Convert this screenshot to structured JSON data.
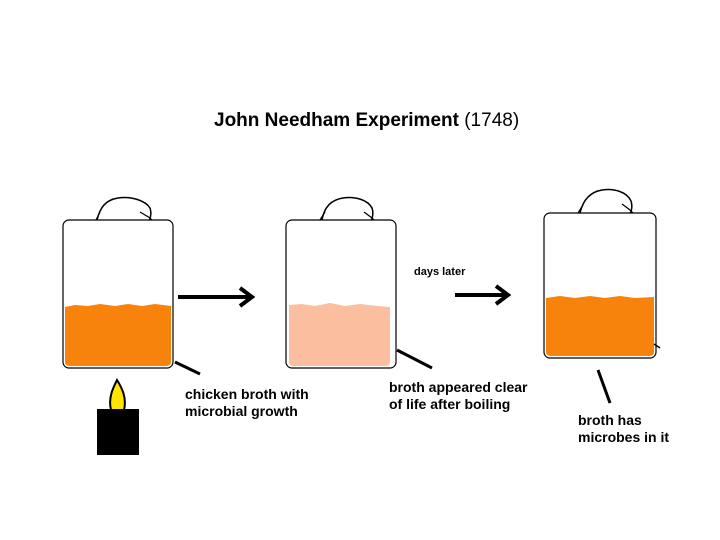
{
  "title": {
    "main": "John Needham Experiment",
    "year": "(1748)"
  },
  "labels": {
    "flask1_caption_line1": "chicken broth with",
    "flask1_caption_line2": "microbial growth",
    "flask2_caption_line1": "broth appeared clear",
    "flask2_caption_line2": "of life after boiling",
    "transition": "days later",
    "flask3_caption_line1": "broth has",
    "flask3_caption_line2": "microbes in it"
  },
  "colors": {
    "broth": "#f7820c",
    "clear_broth": "#fbbfa0",
    "flame": "#ffe400",
    "burner": "#000000"
  }
}
